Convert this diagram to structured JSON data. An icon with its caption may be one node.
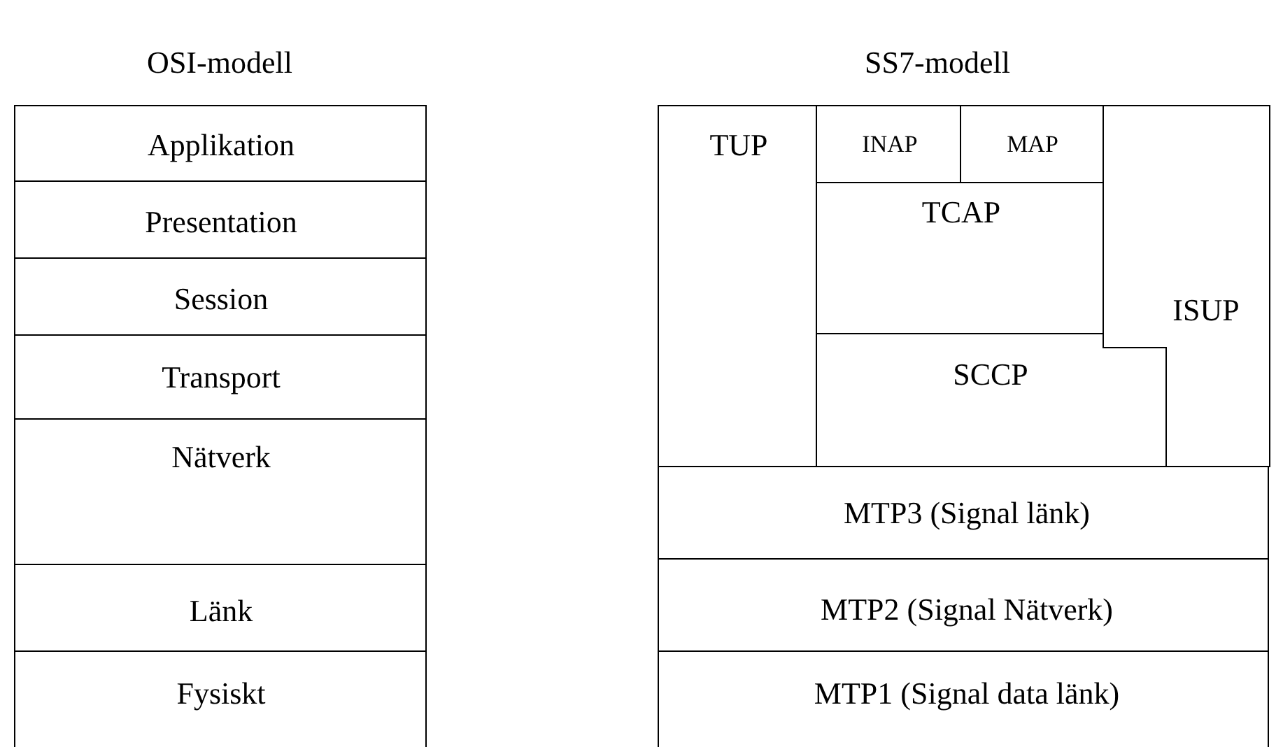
{
  "diagram": {
    "nodes": [
      {
        "text": [
          "OSI-modell"
        ]
      },
      {
        "text": [
          "Applikation"
        ],
        "in": 0
      },
      {
        "text": [
          "Presentation"
        ],
        "in": 0
      },
      {
        "text": [
          "Session"
        ],
        "in": 0
      },
      {
        "text": [
          "Transport"
        ],
        "in": 0
      },
      {
        "text": [
          "Nätverk"
        ],
        "in": 0
      },
      {
        "text": [
          "Länk"
        ],
        "in": 0
      },
      {
        "text": [
          "Fysiskt"
        ],
        "in": 0
      },
      {
        "text": [
          "SS7-modell"
        ]
      },
      {
        "text": [
          "TUP"
        ],
        "in": 8
      },
      {
        "text": [
          "INAP"
        ],
        "in": 8
      },
      {
        "text": [
          "MAP"
        ],
        "in": 8
      },
      {
        "text": [
          "TCAP"
        ],
        "in": 8
      },
      {
        "text": [
          "ISUP"
        ],
        "in": 8
      },
      {
        "text": [
          "SCCP"
        ],
        "in": 8
      },
      {
        "text": [
          "MTP3 (Signal länk)"
        ],
        "in": 8
      },
      {
        "text": [
          "MTP2 (Signal Nätverk)"
        ],
        "in": 8
      },
      {
        "text": [
          "MTP1 (Signal data länk)"
        ],
        "in": 8
      }
    ]
  }
}
